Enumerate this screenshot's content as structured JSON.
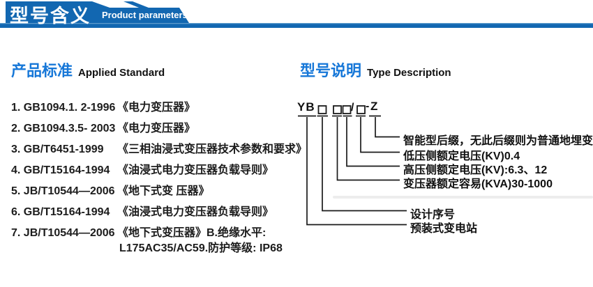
{
  "header": {
    "title": "型号含义",
    "subtitle": "Product parameters"
  },
  "standards": {
    "heading": "产品标准",
    "heading_en": "Applied Standard",
    "items": [
      {
        "code": "1. GB1094.1. 2-1996",
        "title": "《电力变压器》"
      },
      {
        "code": "2. GB1094.3.5- 2003",
        "title": "《电力变压器》"
      },
      {
        "code": "3. GB/T6451-1999",
        "title": "《三相油浸式变压器技术参数和要求》"
      },
      {
        "code": "4. GB/T15164-1994",
        "title": "《油浸式电力变压器负载导则》"
      },
      {
        "code": "5. JB/T10544—2006",
        "title": "《地下式变 压器》"
      },
      {
        "code": "6. GB/T15164-1994",
        "title": "《油浸式电力变压器负载导则》"
      },
      {
        "code": "7. JB/T10544—2006",
        "title": "《地下式变压器》B.绝缘水平:"
      }
    ],
    "continuation": "L175AC35/AC59.防护等级: IP68"
  },
  "type_description": {
    "heading": "型号说明",
    "heading_en": "Type Description",
    "code_parts": {
      "prefix": "YB",
      "slash": "/",
      "dash": "-",
      "suffix": "Z"
    },
    "labels": [
      "智能型后缀，无此后缀则为普通地埋变",
      "低压侧额定电压(KV)0.4",
      "高压侧额定电压(KV):6.3、12",
      "变压器额定容易(KVA)30-1000",
      "设计序号",
      "预装式变电站"
    ]
  },
  "colors": {
    "banner_blue": "#1267b1",
    "heading_blue": "#1677d8",
    "text": "#1a1a1a"
  }
}
